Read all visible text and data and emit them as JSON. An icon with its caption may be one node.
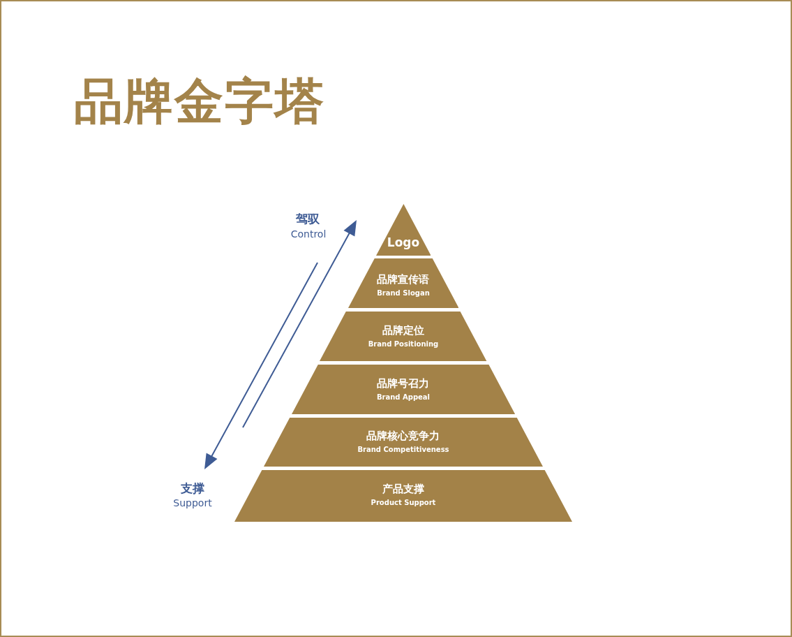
{
  "diagram": {
    "title": "品牌金字塔",
    "nodes": [
      {
        "text": [
          "Logo"
        ]
      },
      {
        "text": [
          "品牌宣传语",
          "Brand Slogan"
        ]
      },
      {
        "text": [
          "品牌定位",
          "Brand Positioning"
        ]
      },
      {
        "text": [
          "品牌号召力",
          "Brand Appeal"
        ]
      },
      {
        "text": [
          "品牌核心竞争力",
          "Brand Competitiveness"
        ]
      },
      {
        "text": [
          "产品支撑",
          "Product Support"
        ]
      }
    ],
    "labels": [
      "驾驭",
      "Control",
      "支撑",
      "Support"
    ]
  }
}
